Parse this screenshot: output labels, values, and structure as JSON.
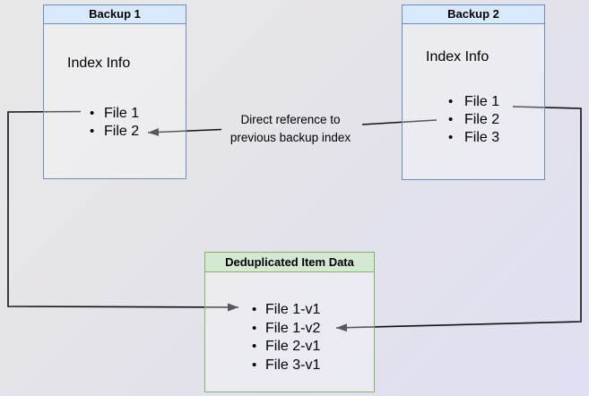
{
  "backup1": {
    "title": "Backup 1",
    "subtitle": "Index Info",
    "files": [
      "File 1",
      "File 2"
    ]
  },
  "backup2": {
    "title": "Backup 2",
    "subtitle": "Index Info",
    "files": [
      "File 1",
      "File 2",
      "File 3"
    ]
  },
  "dedup": {
    "title": "Deduplicated Item Data",
    "files": [
      "File 1-v1",
      "File 1-v2",
      "File 2-v1",
      "File 3-v1"
    ]
  },
  "annotation": "Direct reference to\nprevious backup index",
  "bullet_char": "•",
  "colors": {
    "blue_fill": "#dae8fc",
    "blue_border": "#6c8ebf",
    "green_fill": "#d5e8d4",
    "green_border": "#82b366",
    "arrow": "#111111"
  }
}
